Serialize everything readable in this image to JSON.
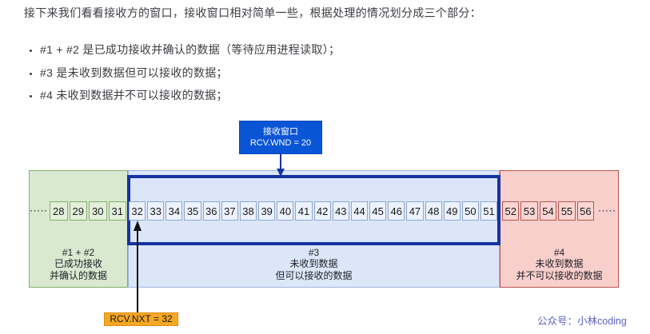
{
  "intro": "接下来我们看看接收方的窗口，接收窗口相对简单一些，根据处理的情况划分成三个部分：",
  "bullets": [
    "#1 + #2 是已成功接收并确认的数据（等待应用进程读取）；",
    "#3 是未收到数据但可以接收的数据；",
    "#4 未收到数据并不可以接收的数据；"
  ],
  "window_label": {
    "line1": "接收窗口",
    "line2": "RCV.WND = 20"
  },
  "rcv_nxt_label": "RCV.NXT = 32",
  "watermark": "公众号：小林coding",
  "sequence": {
    "left_ellipsis": "·····",
    "right_ellipsis": "·····",
    "groups": [
      {
        "name": "received-and-acked",
        "numbers": [
          "28",
          "29",
          "30",
          "31"
        ]
      },
      {
        "name": "receive-window",
        "numbers": [
          "32",
          "33",
          "34",
          "35",
          "36",
          "37",
          "38",
          "39",
          "40",
          "41",
          "42",
          "43",
          "44",
          "45",
          "46",
          "47",
          "48",
          "49",
          "50",
          "51"
        ]
      },
      {
        "name": "not-receivable",
        "numbers": [
          "52",
          "53",
          "54",
          "55",
          "56"
        ]
      }
    ]
  },
  "regions": [
    {
      "id": "region-1-2",
      "lines": [
        "#1 + #2",
        "已成功接收",
        "并确认的数据"
      ]
    },
    {
      "id": "region-3",
      "lines": [
        "#3",
        "未收到数据",
        "但可以接收的数据"
      ]
    },
    {
      "id": "region-4",
      "lines": [
        "#4",
        "未收到数据",
        "并不可以接收的数据"
      ]
    }
  ],
  "colors": {
    "green_fill": "#d8e9d0",
    "green_cell_fill": "#e3f0da",
    "green_stroke": "#84ae6c",
    "blue_fill": "#dbe6f9",
    "blue_cell_fill": "#edf3fd",
    "blue_cell_stroke": "#8fa8cf",
    "pink_fill": "#f9cfcc",
    "pink_cell_fill": "#fad6d3",
    "pink_stroke": "#b85450",
    "window_border": "#1533a0",
    "label_box_fill": "#0a55d6",
    "rcv_nxt_fill": "#f7a823",
    "watermark_color": "#5d61c3",
    "arrow_black": "#111111"
  }
}
